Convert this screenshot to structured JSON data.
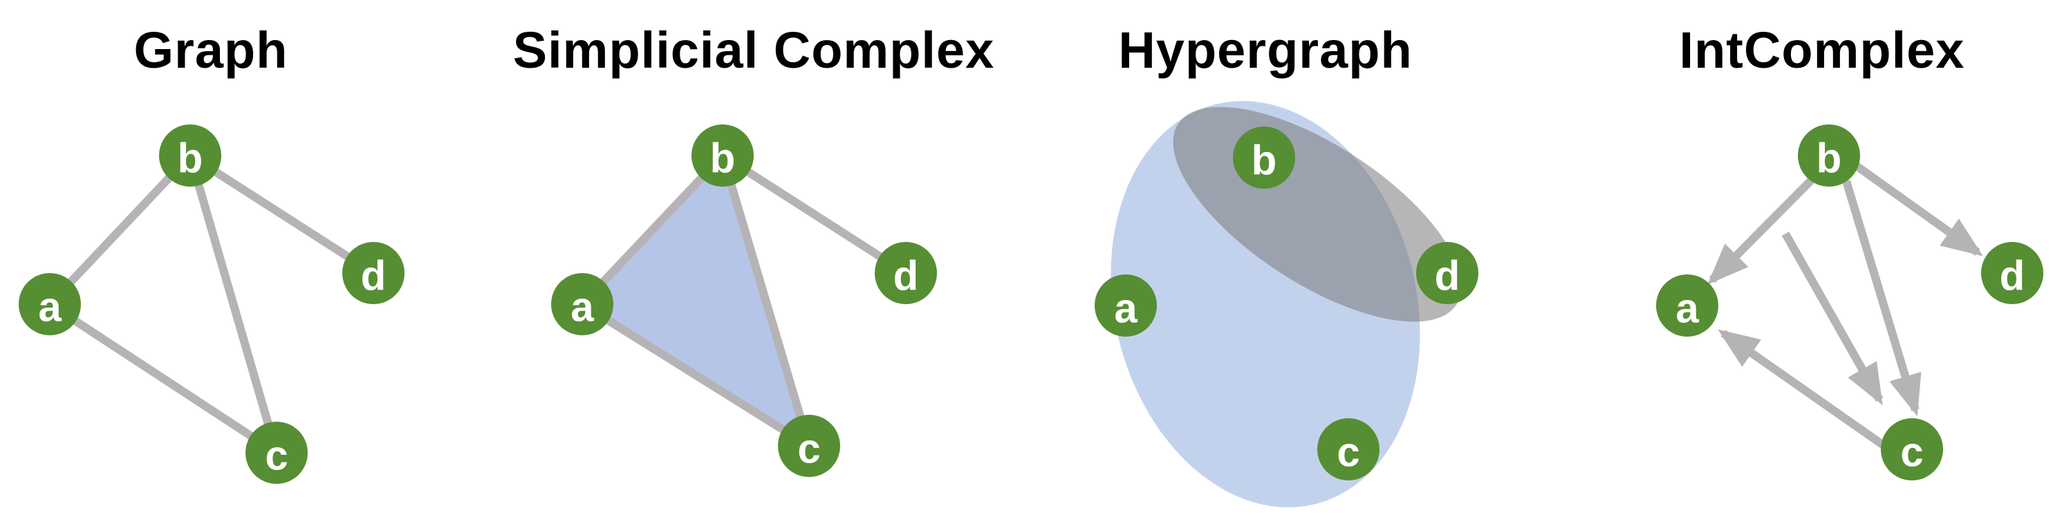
{
  "colors": {
    "node": "#568e33",
    "edge": "#b6b3b6",
    "face": "#b4c5e7",
    "hyperedge_large": "#c3d2ec",
    "hyperedge_small": "#9a9a9a",
    "text": "#000000"
  },
  "panels": [
    {
      "title": "Graph",
      "nodes": {
        "a": "a",
        "b": "b",
        "c": "c",
        "d": "d"
      }
    },
    {
      "title": "Simplicial Complex",
      "nodes": {
        "a": "a",
        "b": "b",
        "c": "c",
        "d": "d"
      }
    },
    {
      "title": "Hypergraph",
      "nodes": {
        "a": "a",
        "b": "b",
        "c": "c",
        "d": "d"
      }
    },
    {
      "title": "IntComplex",
      "nodes": {
        "a": "a",
        "b": "b",
        "c": "c",
        "d": "d"
      }
    }
  ]
}
